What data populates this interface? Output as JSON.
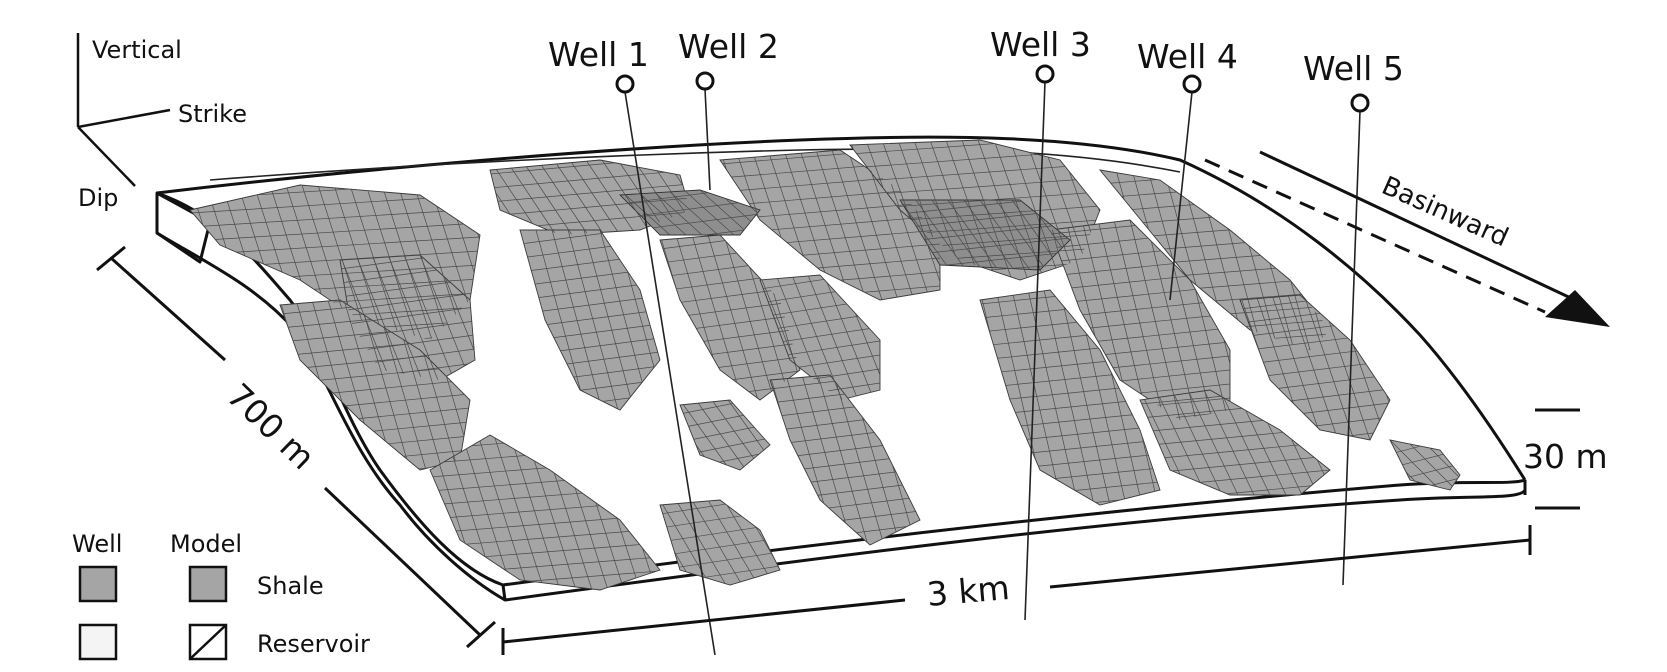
{
  "axes": {
    "vertical": "Vertical",
    "strike": "Strike",
    "dip": "Dip"
  },
  "wells": [
    {
      "label": "Well 1"
    },
    {
      "label": "Well 2"
    },
    {
      "label": "Well 3"
    },
    {
      "label": "Well 4"
    },
    {
      "label": "Well 5"
    }
  ],
  "dimensions": {
    "dip_length": "700 m",
    "strike_length": "3 km",
    "thickness": "30 m"
  },
  "direction": "Basinward",
  "legend": {
    "well_header": "Well",
    "model_header": "Model",
    "shale_label": "Shale",
    "reservoir_label": "Reservoir"
  },
  "colors": {
    "shale": "#a5a5a5",
    "reservoir": "#f4f4f4",
    "outline": "#111111"
  }
}
